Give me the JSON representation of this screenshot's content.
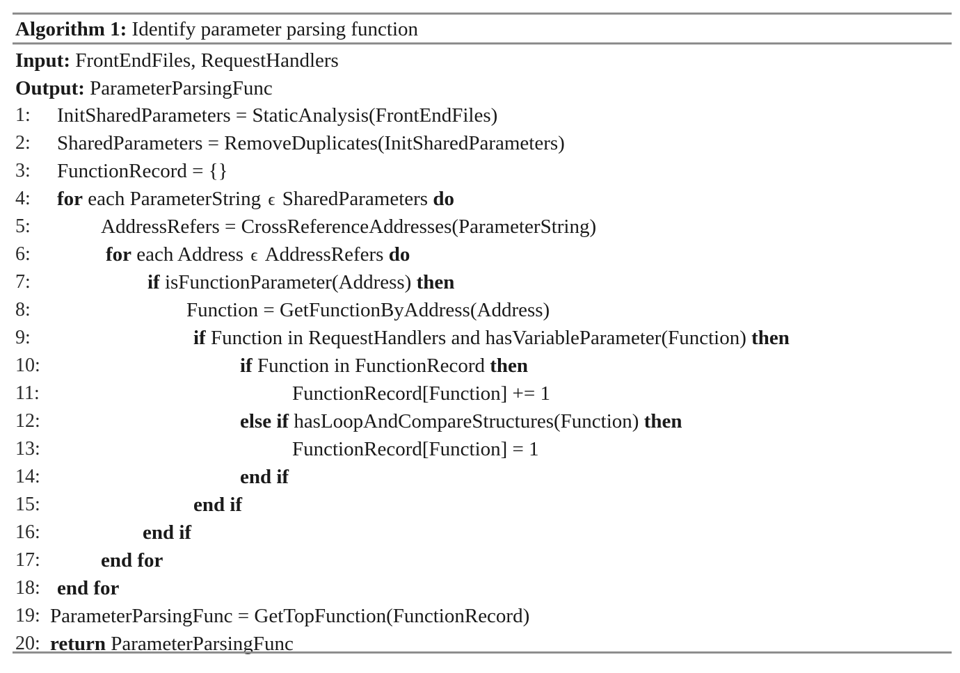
{
  "algorithm": {
    "header": {
      "label": "Algorithm 1:",
      "title": "Identify parameter parsing function"
    },
    "io": {
      "input_label": "Input:",
      "input_value": "FrontEndFiles, RequestHandlers",
      "output_label": "Output:",
      "output_value": "ParameterParsingFunc"
    },
    "element_of_symbol": "ϵ",
    "steps": [
      {
        "num": "1:",
        "indent": 82,
        "segments": [
          {
            "text": "InitSharedParameters = StaticAnalysis(FrontEndFiles)",
            "bold": false
          }
        ]
      },
      {
        "num": "2:",
        "indent": 82,
        "segments": [
          {
            "text": "SharedParameters = RemoveDuplicates(InitSharedParameters)",
            "bold": false
          }
        ]
      },
      {
        "num": "3:",
        "indent": 82,
        "segments": [
          {
            "text": "FunctionRecord = {}",
            "bold": false
          }
        ]
      },
      {
        "num": "4:",
        "indent": 82,
        "segments": [
          {
            "text": "for",
            "bold": true
          },
          {
            "text": " each ParameterString ",
            "bold": false
          },
          {
            "text": "ϵ",
            "bold": false,
            "elem": true
          },
          {
            "text": " SharedParameters ",
            "bold": false
          },
          {
            "text": "do",
            "bold": true
          }
        ]
      },
      {
        "num": "5:",
        "indent": 145,
        "segments": [
          {
            "text": "AddressRefers = CrossReferenceAddresses(ParameterString)",
            "bold": false
          }
        ]
      },
      {
        "num": "6:",
        "indent": 152,
        "segments": [
          {
            "text": "for",
            "bold": true
          },
          {
            "text": " each Address ",
            "bold": false
          },
          {
            "text": "ϵ",
            "bold": false,
            "elem": true
          },
          {
            "text": " AddressRefers ",
            "bold": false
          },
          {
            "text": "do",
            "bold": true
          }
        ]
      },
      {
        "num": "7:",
        "indent": 212,
        "segments": [
          {
            "text": "if",
            "bold": true
          },
          {
            "text": " isFunctionParameter(Address) ",
            "bold": false
          },
          {
            "text": "then",
            "bold": true
          }
        ]
      },
      {
        "num": "8:",
        "indent": 268,
        "segments": [
          {
            "text": "Function = GetFunctionByAddress(Address)",
            "bold": false
          }
        ]
      },
      {
        "num": "9:",
        "indent": 278,
        "segments": [
          {
            "text": "if",
            "bold": true
          },
          {
            "text": " Function in RequestHandlers and hasVariableParameter(Function) ",
            "bold": false
          },
          {
            "text": "then",
            "bold": true
          }
        ]
      },
      {
        "num": "10:",
        "indent": 345,
        "segments": [
          {
            "text": "if",
            "bold": true
          },
          {
            "text": " Function in FunctionRecord ",
            "bold": false
          },
          {
            "text": "then",
            "bold": true
          }
        ]
      },
      {
        "num": "11:",
        "indent": 420,
        "segments": [
          {
            "text": "FunctionRecord[Function] += 1",
            "bold": false
          }
        ]
      },
      {
        "num": "12:",
        "indent": 345,
        "segments": [
          {
            "text": "else if",
            "bold": true
          },
          {
            "text": " hasLoopAndCompareStructures(Function) ",
            "bold": false
          },
          {
            "text": "then",
            "bold": true
          }
        ]
      },
      {
        "num": "13:",
        "indent": 420,
        "segments": [
          {
            "text": "FunctionRecord[Function] = 1",
            "bold": false
          }
        ]
      },
      {
        "num": "14:",
        "indent": 345,
        "segments": [
          {
            "text": "end if",
            "bold": true
          }
        ]
      },
      {
        "num": "15:",
        "indent": 278,
        "segments": [
          {
            "text": "end if",
            "bold": true
          }
        ]
      },
      {
        "num": "16:",
        "indent": 205,
        "segments": [
          {
            "text": "end if",
            "bold": true
          }
        ]
      },
      {
        "num": "17:",
        "indent": 145,
        "segments": [
          {
            "text": "end for",
            "bold": true
          }
        ]
      },
      {
        "num": "18:",
        "indent": 82,
        "segments": [
          {
            "text": "end for",
            "bold": true
          }
        ]
      },
      {
        "num": "19:",
        "indent": 72,
        "segments": [
          {
            "text": "ParameterParsingFunc = GetTopFunction(FunctionRecord)",
            "bold": false
          }
        ]
      },
      {
        "num": "20:",
        "indent": 72,
        "segments": [
          {
            "text": "return",
            "bold": true
          },
          {
            "text": " ParameterParsingFunc",
            "bold": false
          }
        ]
      }
    ]
  },
  "style": {
    "rule_color": "#8d8d8d",
    "text_color": "#1a1a1a",
    "background": "#ffffff"
  }
}
